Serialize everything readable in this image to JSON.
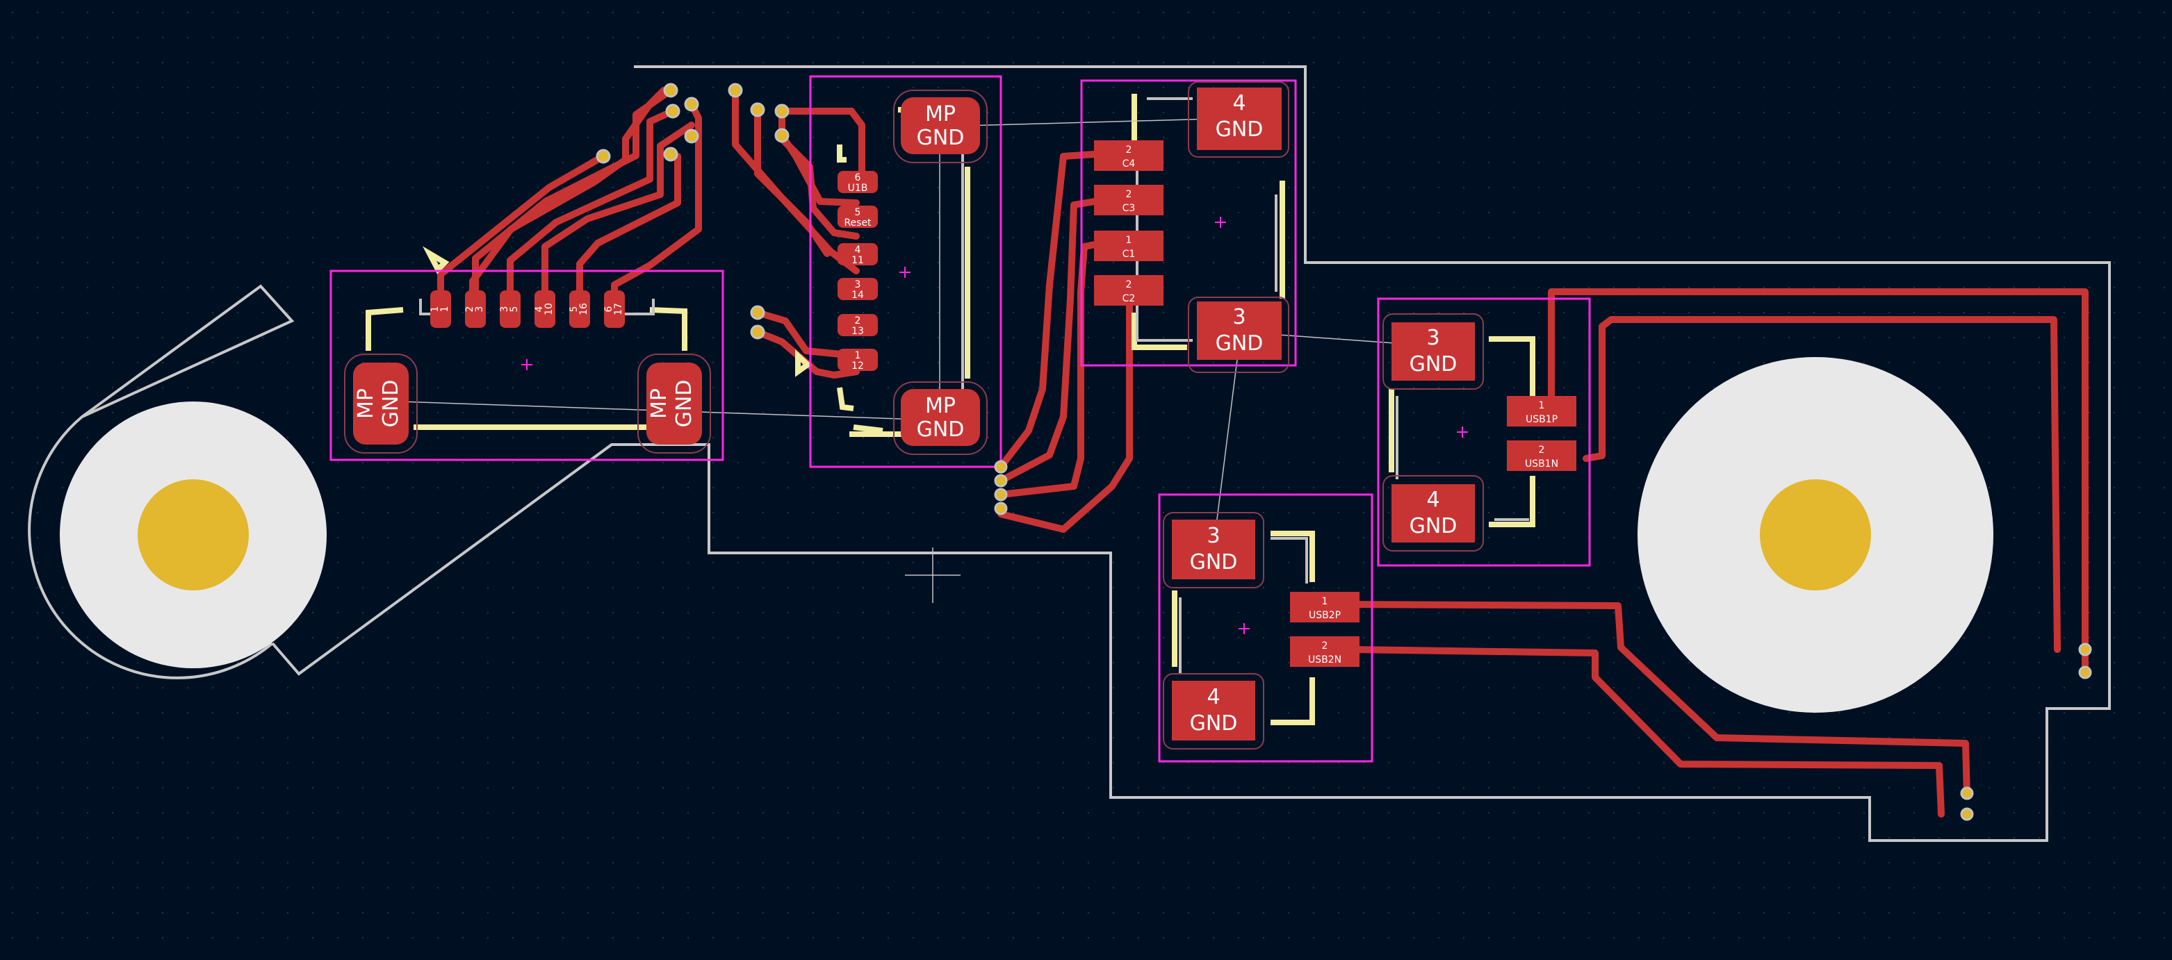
{
  "colors": {
    "background": "#001023",
    "outline": "#c8c8c8",
    "trace": "#c83434",
    "pad": "#c83434",
    "silk": "#f2eda1",
    "fab": "#c2c2c2",
    "courtyard": "#ff26e2",
    "hole": "#e3b72e",
    "keepout": "#e8e8e8",
    "via": "#e3b72e"
  },
  "connector_left": {
    "mp_left": {
      "line1": "MP",
      "line2": "GND"
    },
    "mp_right": {
      "line1": "MP",
      "line2": "GND"
    },
    "pins": [
      {
        "num": "1",
        "net": "1"
      },
      {
        "num": "2",
        "net": "3"
      },
      {
        "num": "3",
        "net": "5"
      },
      {
        "num": "4",
        "net": "10"
      },
      {
        "num": "5",
        "net": "16"
      },
      {
        "num": "6",
        "net": "17"
      }
    ]
  },
  "connector_mid": {
    "mp_top": {
      "line1": "MP",
      "line2": "GND"
    },
    "mp_bottom": {
      "line1": "MP",
      "line2": "GND"
    },
    "pins": [
      {
        "num": "6",
        "net": "U1B"
      },
      {
        "num": "5",
        "net": "Reset"
      },
      {
        "num": "4",
        "net": "11"
      },
      {
        "num": "3",
        "net": "14"
      },
      {
        "num": "2",
        "net": "13"
      },
      {
        "num": "1",
        "net": "12"
      }
    ]
  },
  "switch_top": {
    "pad_top": {
      "line1": "4",
      "line2": "GND"
    },
    "pad_bottom": {
      "line1": "3",
      "line2": "GND"
    },
    "pins": [
      {
        "num": "2",
        "net": "C4"
      },
      {
        "num": "2",
        "net": "C3"
      },
      {
        "num": "1",
        "net": "C1"
      },
      {
        "num": "2",
        "net": "C2"
      }
    ]
  },
  "switch_right": {
    "pad_top": {
      "line1": "3",
      "line2": "GND"
    },
    "pad_bottom": {
      "line1": "4",
      "line2": "GND"
    },
    "pins": [
      {
        "num": "1",
        "net": "USB1P"
      },
      {
        "num": "2",
        "net": "USB1N"
      }
    ]
  },
  "switch_bottom": {
    "pad_top": {
      "line1": "3",
      "line2": "GND"
    },
    "pad_bottom": {
      "line1": "4",
      "line2": "GND"
    },
    "pins": [
      {
        "num": "1",
        "net": "USB2P"
      },
      {
        "num": "2",
        "net": "USB2N"
      }
    ]
  }
}
